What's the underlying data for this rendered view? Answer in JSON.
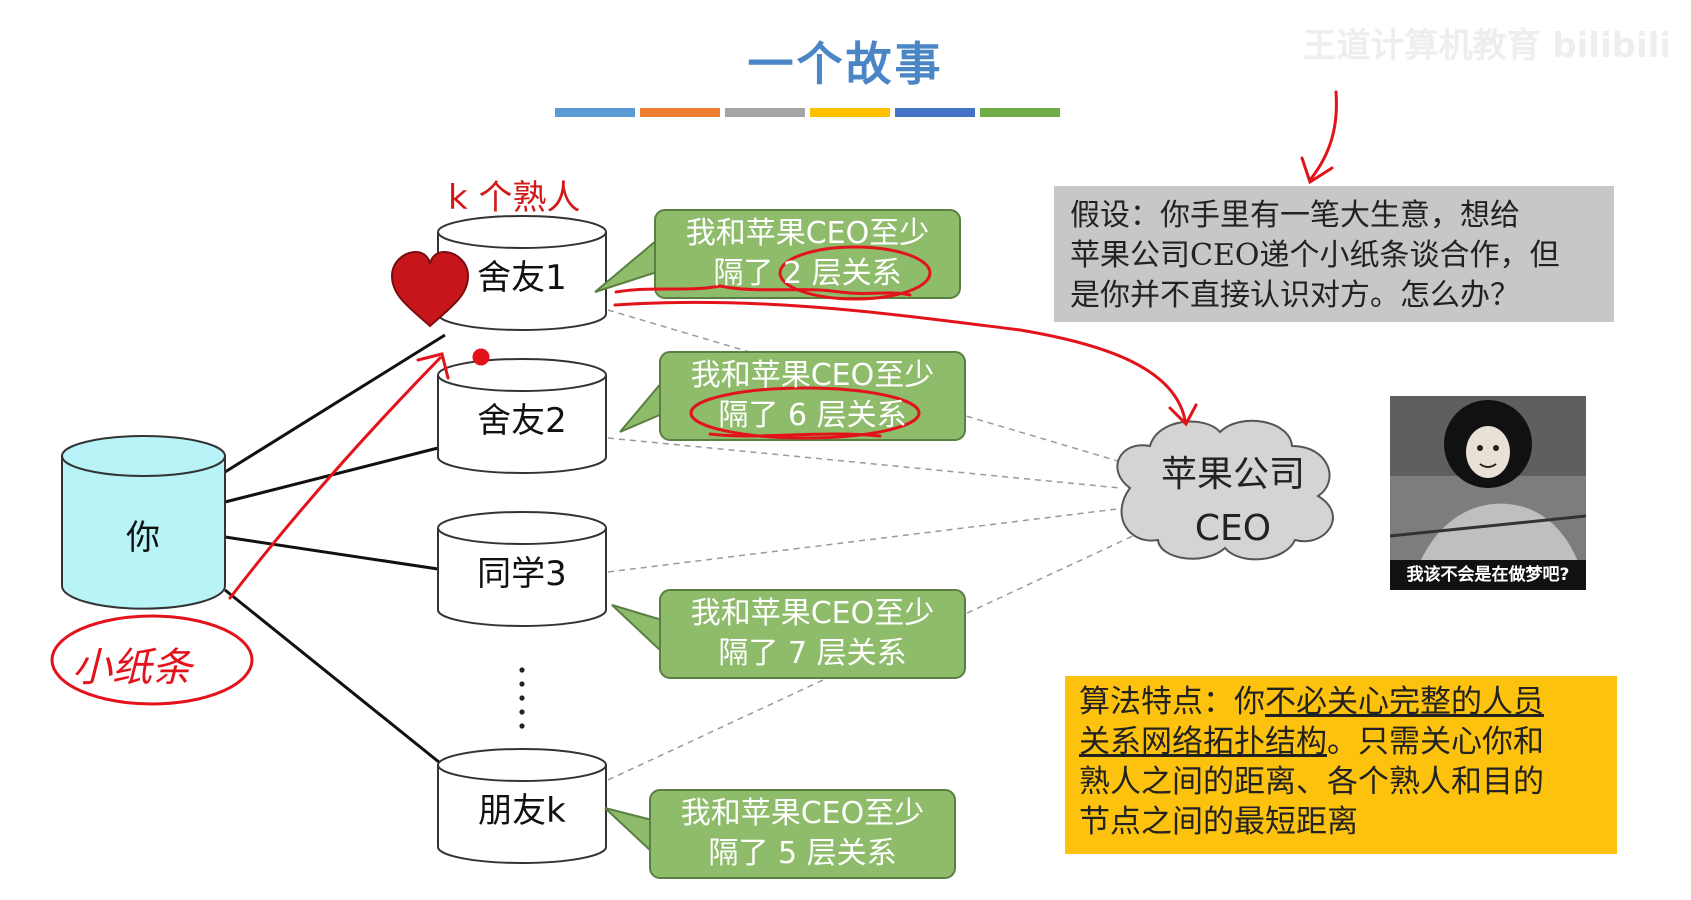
{
  "slide": {
    "title": "一个故事",
    "watermark": "王道计算机教育 bilibili",
    "title_bar_colors": [
      "#5b9bd5",
      "#ed7d31",
      "#a5a5a5",
      "#ffc000",
      "#4472c4",
      "#70ad47"
    ]
  },
  "diagram": {
    "you": "你",
    "k_label": "k 个熟人",
    "acquaintances": [
      {
        "name": "舍友1",
        "bubble_line1": "我和苹果CEO至少",
        "bubble_line2": "隔了 2 层关系"
      },
      {
        "name": "舍友2",
        "bubble_line1": "我和苹果CEO至少",
        "bubble_line2": "隔了 6 层关系"
      },
      {
        "name": "同学3",
        "bubble_line1": "我和苹果CEO至少",
        "bubble_line2": "隔了 7 层关系"
      },
      {
        "name": "朋友k",
        "bubble_line1": "我和苹果CEO至少",
        "bubble_line2": "隔了 5 层关系"
      }
    ],
    "ellipsis": "⋮",
    "ceo_line1": "苹果公司",
    "ceo_line2": "CEO",
    "handwritten_note": "小纸条",
    "heart_icon": "heart-icon"
  },
  "assumption": {
    "line1": "假设：你手里有一笔大生意，想给",
    "line2": "苹果公司CEO递个小纸条谈合作，但",
    "line3": "是你并不直接认识对方。怎么办？"
  },
  "algorithm": {
    "prefix": "算法特点：你",
    "underlined1": "不必关心完整的人员",
    "underlined2": "关系网络拓扑结构",
    "line2_rest": "。只需关心你和",
    "line3": "熟人之间的距离、各个熟人和目的",
    "line4": "节点之间的最短距离"
  },
  "meme": {
    "caption": "我该不会是在做梦吧?"
  },
  "colors": {
    "bubble_green": "#8fbc6a",
    "bubble_border": "#5b7f43",
    "you_cyan": "#b7f3f7",
    "ink_red": "#e3131b",
    "assumption_gray": "#c7c7c7",
    "algorithm_yellow": "#fcc20d",
    "title_blue": "#4a86c5"
  }
}
